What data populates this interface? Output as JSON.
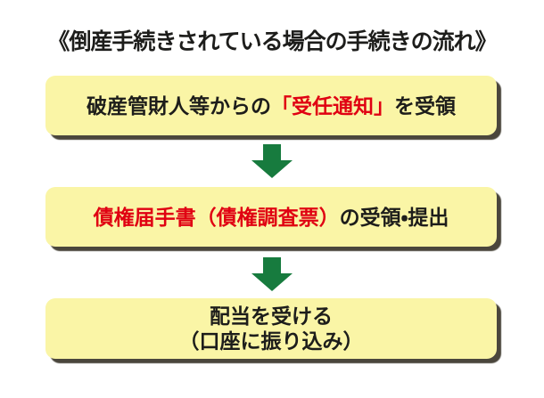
{
  "title": "《倒産手続きされている場合の手続きの流れ》",
  "colors": {
    "background": "#ffffff",
    "box_fill": "#faf5a6",
    "box_shadow": "#4a463c",
    "text_primary": "#1d1d1b",
    "text_accent_red": "#e00012",
    "arrow_green": "#177b3e"
  },
  "flow": {
    "connector_icon": "down-arrow-icon",
    "steps": [
      {
        "id": "step-1",
        "segments": [
          {
            "text": "破産管財人等からの",
            "emphasis": false
          },
          {
            "text": "「受任通知」",
            "emphasis": true
          },
          {
            "text": "を受領",
            "emphasis": false
          }
        ]
      },
      {
        "id": "step-2",
        "segments": [
          {
            "text": "債権届手書（債権調査票）",
            "emphasis": true
          },
          {
            "text": "の受領・提出",
            "emphasis": false
          }
        ]
      },
      {
        "id": "step-3",
        "lines": [
          {
            "text": "配当を受ける",
            "emphasis": true
          },
          {
            "text": "（口座に振り込み）",
            "emphasis": false
          }
        ]
      }
    ]
  }
}
